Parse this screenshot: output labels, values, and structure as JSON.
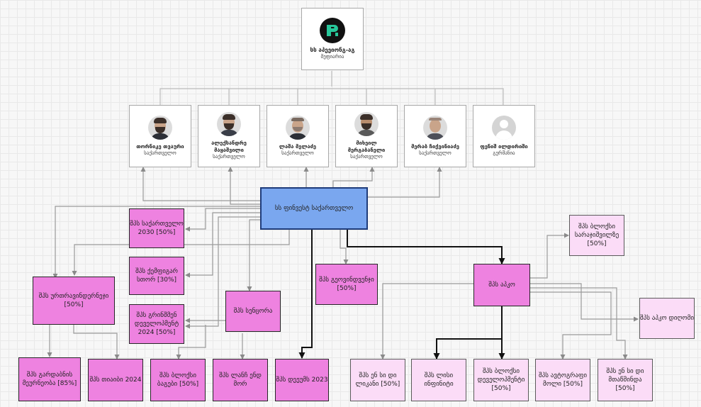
{
  "root": {
    "logo_icon": "company-logo-icon",
    "name": "სს აპეეიონგ-აგ",
    "role": "მეფიარია"
  },
  "people": [
    {
      "name": "თორნიკე თვაური",
      "country": "საქართველო",
      "avatar": "person-photo"
    },
    {
      "name": "ალექსანდრე მაყაშვილი",
      "country": "საქართველო",
      "avatar": "person-photo"
    },
    {
      "name": "ლაშა მელაძე",
      "country": "საქართველო",
      "avatar": "person-photo"
    },
    {
      "name": "მიხეილ მერგაბანელი",
      "country": "საქართველო",
      "avatar": "person-photo"
    },
    {
      "name": "მერაბ ჩიქვინიაძე",
      "country": "საქართველო",
      "avatar": "person-photo"
    },
    {
      "name": "ფენიშ ილდირიში",
      "country": "გერმანია",
      "avatar": "user-placeholder-icon"
    }
  ],
  "hub": {
    "label": "სს ფინვესტ საქართველო"
  },
  "entities": {
    "n2030": "შპს საქართველო 2030 [50%]",
    "quantum": "შპს ქემფიგარ სთორ [30%]",
    "green": "შპს გრინშმენ დეველოპმენტ 2024 [50%]",
    "urban": "შპს ურთრავინდერნეჯი [50%]",
    "sensora": "შპს სენცორა",
    "geoventures": "შპს გეოვინდვენჯი [50%]",
    "apko": "შპს აპკო",
    "blocks_sar": "შპს ბლოქსი სარაჯიშვილზე [50%]",
    "apko_digomi": "შპს აპკო დიღომი",
    "gardabani": "შპს გარდაბნის მეურნეობა [85%]",
    "tianbi": "შპს თიაიბი 2024",
    "blocks_bagebi": "შპს ბლოქსი ბაგები [50%]",
    "lane_more": "შპს ლანჩ ენდ მორ",
    "dreams": "შპს დეეუმს 2023",
    "ensi_likani": "შპს ენ სი დი ლიკანი [50%]",
    "lisi": "შპს ლისი ინფინიტი",
    "blocks_dev": "შპს ბლოქსი დეველოპმენტი [50%]",
    "autograph": "შპს ავტოგრაფი მოლი [50%]",
    "ensi_mtatsminda": "შპს ენ სი დი მთაწმინდა [50%]"
  },
  "colors": {
    "hub": "#7aa7ef",
    "dark_entity": "#ee82e0",
    "light_entity": "#fbdcf7"
  }
}
